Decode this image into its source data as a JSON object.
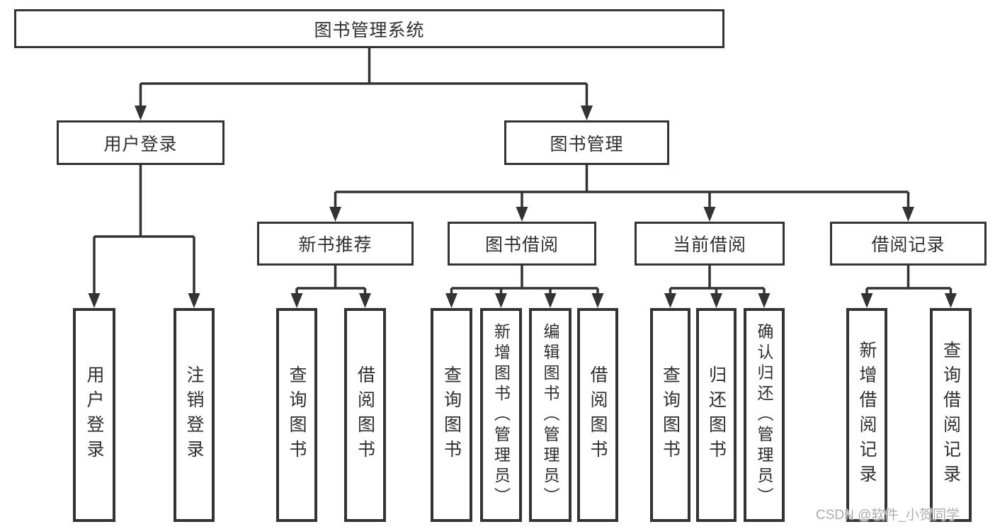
{
  "watermark": "CSDN @软件_小贺同学",
  "colors": {
    "line": "#333333",
    "box_border": "#333333",
    "text": "#2f2f2f",
    "watermark": "#acacac",
    "background": "#ffffff"
  },
  "diagram": {
    "root": {
      "label": "图书管理系统"
    },
    "level2": [
      {
        "label": "用户登录",
        "children": [
          {
            "label": "用户登录"
          },
          {
            "label": "注销登录"
          }
        ]
      },
      {
        "label": "图书管理",
        "children": [
          {
            "label": "新书推荐",
            "children": [
              {
                "label": "查询图书"
              },
              {
                "label": "借阅图书"
              }
            ]
          },
          {
            "label": "图书借阅",
            "children": [
              {
                "label": "查询图书"
              },
              {
                "label": "新增图书（管理员）"
              },
              {
                "label": "编辑图书（管理员）"
              },
              {
                "label": "借阅图书"
              }
            ]
          },
          {
            "label": "当前借阅",
            "children": [
              {
                "label": "查询图书"
              },
              {
                "label": "归还图书"
              },
              {
                "label": "确认归还（管理员）"
              }
            ]
          },
          {
            "label": "借阅记录",
            "children": [
              {
                "label": "新增借阅记录"
              },
              {
                "label": "查询借阅记录"
              }
            ]
          }
        ]
      }
    ]
  }
}
